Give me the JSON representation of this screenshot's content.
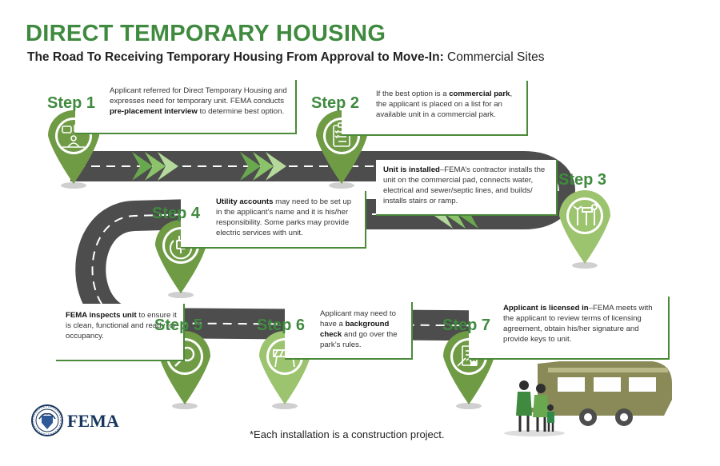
{
  "header": {
    "title": "DIRECT TEMPORARY HOUSING",
    "subtitle_bold": "The Road To Receiving Temporary Housing From Approval to Move-In:",
    "subtitle_regular": " Commercial Sites"
  },
  "steps": [
    {
      "label": "Step 1",
      "icon": "interview-icon",
      "text": [
        "Applicant referred for Direct Temporary Housing and expresses need for temporary unit. FEMA conducts ",
        {
          "b": "pre-placement interview"
        },
        " to determine best option."
      ]
    },
    {
      "label": "Step 2",
      "icon": "clipboard-icon",
      "text": [
        "If the best option is a ",
        {
          "b": "commercial park"
        },
        ", the applicant is placed on a list for an available unit in a commercial park."
      ]
    },
    {
      "label": "Step 3",
      "icon": "tools-icon",
      "text": [
        {
          "b": "Unit is installed"
        },
        "–FEMA’s contractor installs the unit on the commercial pad, connects water, electrical and sewer/septic lines, and builds/ installs stairs or ramp."
      ]
    },
    {
      "label": "Step 4",
      "icon": "plug-icon",
      "text": [
        {
          "b": "Utility accounts"
        },
        " may need to be set up in the applicant’s name and it is his/her responsibility. Some parks may provide electric services with unit."
      ]
    },
    {
      "label": "Step 5",
      "icon": "magnifier-icon",
      "text": [
        {
          "b": "FEMA inspects unit"
        },
        " to ensure it is clean, functional and ready for occupancy."
      ]
    },
    {
      "label": "Step 6",
      "icon": "barricade-icon",
      "text": [
        "Applicant may need to have a ",
        {
          "b": "background check"
        },
        " and go over the park’s rules."
      ]
    },
    {
      "label": "Step 7",
      "icon": "contract-icon",
      "text": [
        {
          "b": "Applicant is licensed in"
        },
        "–FEMA meets with the applicant to review terms of licensing agreement, obtain his/her signature and provide keys to unit."
      ]
    }
  ],
  "footer": {
    "logo_text": "FEMA",
    "footnote": "*Each installation is a construction project."
  },
  "colors": {
    "green_dark": "#3f8a3f",
    "green_pin": "#6f9b45",
    "green_light": "#9cc36e",
    "road": "#4d4d4d",
    "trailer": "#8a8a58",
    "fema_blue": "#17365d"
  }
}
